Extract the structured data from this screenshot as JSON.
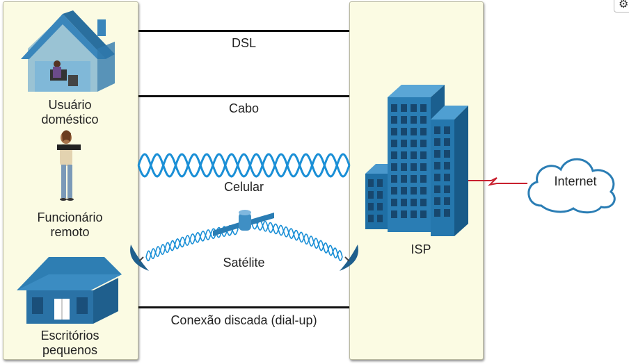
{
  "left_labels": {
    "home_user": [
      "Usuário",
      "doméstico"
    ],
    "remote_worker": [
      "Funcionário",
      "remoto"
    ],
    "small_office": [
      "Escritórios",
      "pequenos"
    ]
  },
  "connections": {
    "dsl": "DSL",
    "cable": "Cabo",
    "cellular": "Celular",
    "satellite": "Satélite",
    "dialup": "Conexão discada (dial-up)"
  },
  "isp_label": "ISP",
  "internet_label": "Internet",
  "colors": {
    "panel": "#fbfbe3",
    "building_blue": "#2e7eb3",
    "wave_blue": "#1a8fd6",
    "link_red": "#c8202e"
  }
}
